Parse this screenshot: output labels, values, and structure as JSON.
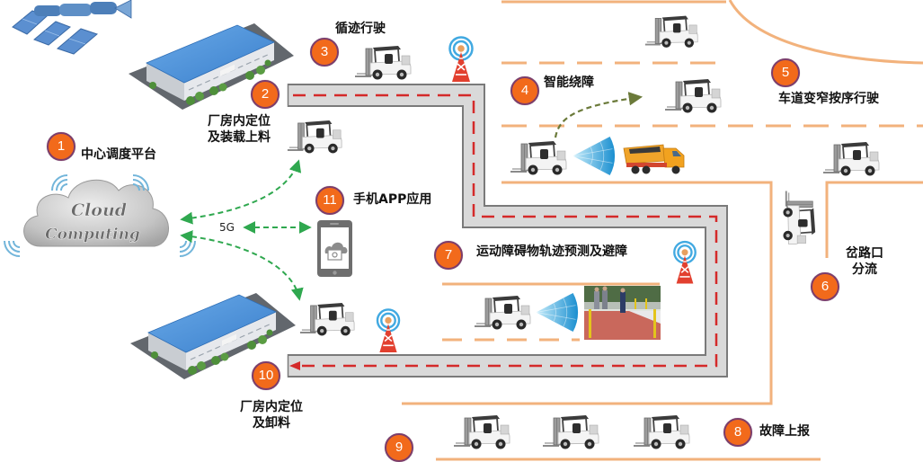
{
  "steps": {
    "s1": {
      "num": "1",
      "label": "中心调度平台"
    },
    "s2": {
      "num": "2",
      "lines": [
        "厂房内定位",
        "及装载上料"
      ]
    },
    "s3": {
      "num": "3",
      "label": "循迹行驶"
    },
    "s4": {
      "num": "4",
      "label": "智能绕障"
    },
    "s5": {
      "num": "5",
      "label": "车道变窄按序行驶"
    },
    "s6": {
      "num": "6",
      "lines": [
        "岔路口",
        "分流"
      ]
    },
    "s7": {
      "num": "7",
      "label": "运动障碍物轨迹预测及避障"
    },
    "s8": {
      "num": "8",
      "label": "故障上报"
    },
    "s9": {
      "num": "9"
    },
    "s10": {
      "num": "10",
      "lines": [
        "厂房内定位",
        "及卸料"
      ]
    },
    "s11": {
      "num": "11",
      "label": "手机APP应用"
    }
  },
  "cloud": {
    "line1": "Cloud",
    "line2": "Computing"
  },
  "network": {
    "label": "5G"
  },
  "colors": {
    "badge_fill": "#f26a1b",
    "badge_border": "#7d3d6b",
    "road_fill": "#d9d9d9",
    "road_border": "#7a7a7a",
    "route_dash": "#d42a2a",
    "lane_line": "#f2b27c",
    "link_arrow": "#2fa84f",
    "avoid_arrow": "#6b7a3a",
    "roof_blue": "#4a8fd8"
  },
  "icons": [
    "satellite-icon",
    "warehouse-icon",
    "forklift-icon",
    "signal-tower-icon",
    "cloud-icon",
    "wifi-icon",
    "smartphone-icon",
    "radar-fan-icon",
    "dump-truck-icon",
    "pedestrian-photo"
  ]
}
